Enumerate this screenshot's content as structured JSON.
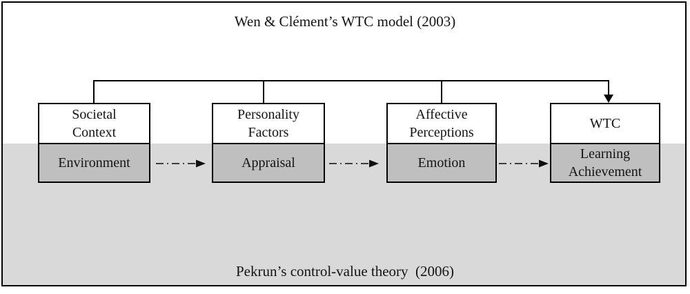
{
  "titles": {
    "top": "Wen & Clément’s WTC model (2003)",
    "bottom": "Pekrun’s control-value theory  (2006)"
  },
  "boxes": [
    {
      "top": "Societal\nContext",
      "bottom": "Environment"
    },
    {
      "top": "Personality\nFactors",
      "bottom": "Appraisal"
    },
    {
      "top": "Affective\nPerceptions",
      "bottom": "Emotion"
    },
    {
      "top": "WTC",
      "bottom": "Learning\nAchievement"
    }
  ],
  "theme": {
    "frame-border": "#000000",
    "band-bg": "#d9d9d9",
    "box-top-bg": "#ffffff",
    "box-bottom-bg": "#bfbfbf",
    "box-border": "#000000",
    "connector": "#000000",
    "arrow-dash": "#3d3d3d",
    "arrow-head": "#0f0f0f",
    "text": "#141414"
  }
}
